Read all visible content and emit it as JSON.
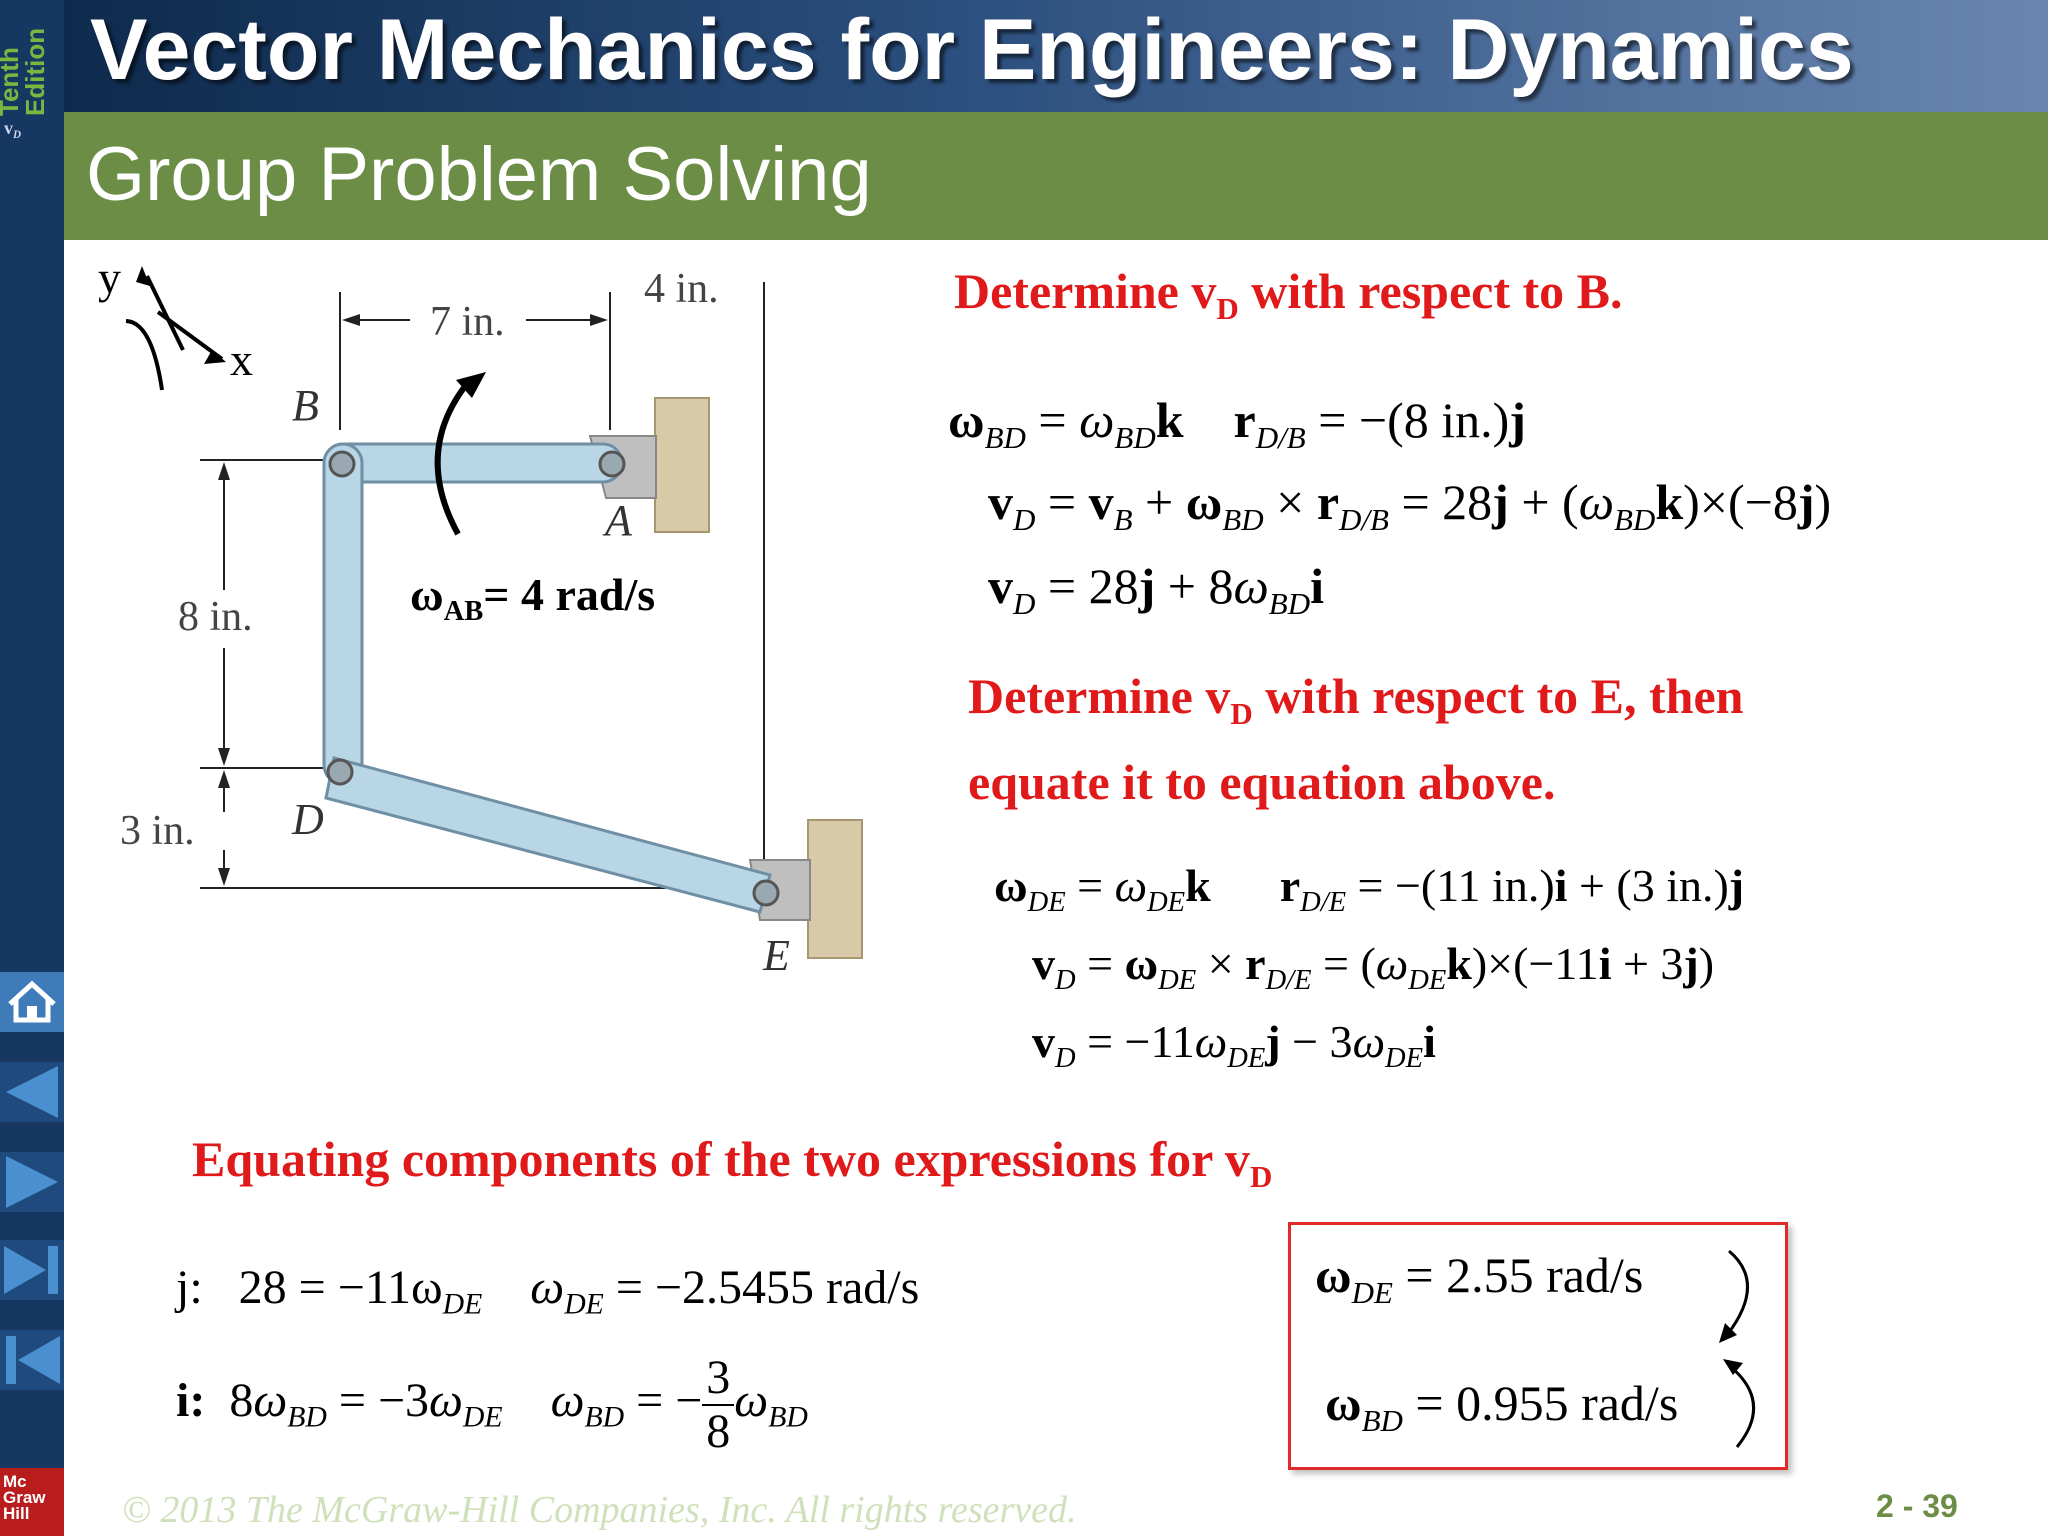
{
  "sidebar": {
    "edition": "Tenth\nEdition",
    "vd_mini": "v",
    "vd_mini_sub": "D",
    "publisher_logo": "Mc\nGraw\nHill",
    "nav_icons": [
      "home-icon",
      "previous-icon",
      "next-icon",
      "last-icon",
      "first-icon"
    ]
  },
  "header": {
    "title": "Vector Mechanics for Engineers: Dynamics",
    "subtitle": "Group Problem Solving"
  },
  "figure": {
    "axis_y": "y",
    "axis_x": "x",
    "dim_7in": "7 in.",
    "dim_4in": "4 in.",
    "dim_8in": "8 in.",
    "dim_3in": "3 in.",
    "label_B": "B",
    "label_A": "A",
    "label_D": "D",
    "label_E": "E",
    "omega_ab": {
      "sym": "ω",
      "sub": "AB",
      "rest": "= 4 rad/s"
    }
  },
  "section1": {
    "heading_pre": "Determine v",
    "heading_sub": "D",
    "heading_post": " with respect to B."
  },
  "section2": {
    "heading_line1_pre": "Determine v",
    "heading_line1_sub": "D",
    "heading_line1_post": " with respect to E, then",
    "heading_line2": "equate it to equation above."
  },
  "section3": {
    "heading_pre": "Equating components of the two expressions for v",
    "heading_sub": "D"
  },
  "equations": {
    "j_label": "j:",
    "j_eq": "28 = −11ω",
    "j_result": "= −2.5455 rad/s",
    "i_label": "i:",
    "frac_num": "3",
    "frac_den": "8"
  },
  "results": {
    "w_de": "= 2.55 rad/s",
    "w_bd": "= 0.955 rad/s"
  },
  "footer": {
    "copyright": "© 2013 The McGraw-Hill Companies, Inc. All rights reserved.",
    "page": "2 - 39"
  },
  "colors": {
    "header_blue": "#163761",
    "green_band": "#6c8d45",
    "heading_red": "#e01a1a",
    "link_steel": "#b9d6e6"
  }
}
